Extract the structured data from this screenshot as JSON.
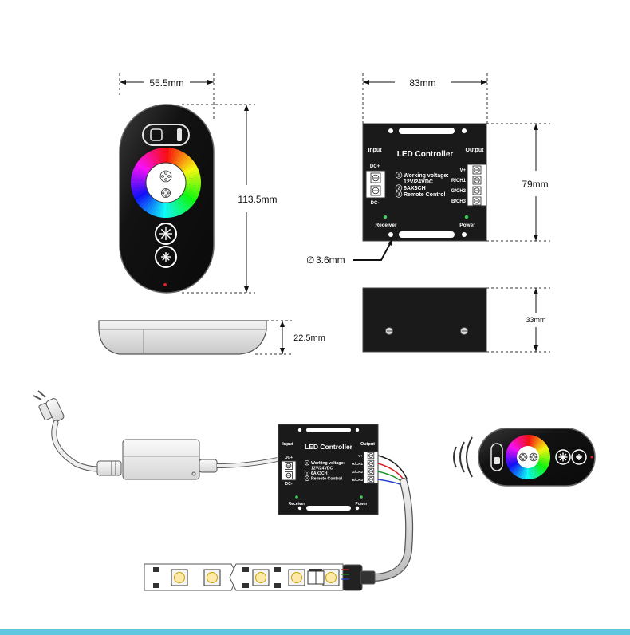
{
  "dimensions": {
    "remote_width": "55.5mm",
    "remote_height": "113.5mm",
    "remote_depth": "22.5mm",
    "controller_width": "83mm",
    "controller_height": "79mm",
    "controller_depth": "33mm",
    "hole_diameter": "3.6mm",
    "diameter_symbol": "∅"
  },
  "controller": {
    "title": "LED Controller",
    "input_label": "Input",
    "output_label": "Output",
    "dc_plus": "DC+",
    "dc_minus": "DC-",
    "spec_lines": [
      "Working voltage:",
      "12V/24VDC",
      "6AX3CH",
      "Remote Control"
    ],
    "spec_numbers": [
      "1",
      "2",
      "3"
    ],
    "channels": [
      "V+",
      "R/CH1",
      "G/CH2",
      "B/CH3"
    ],
    "receiver_label": "Receiver",
    "power_label": "Power"
  },
  "colors": {
    "device_black": "#1a1a1a",
    "accent_bar": "#5fc7e0",
    "indicator_green": "#3bd35a",
    "indicator_red": "#e0202a"
  }
}
